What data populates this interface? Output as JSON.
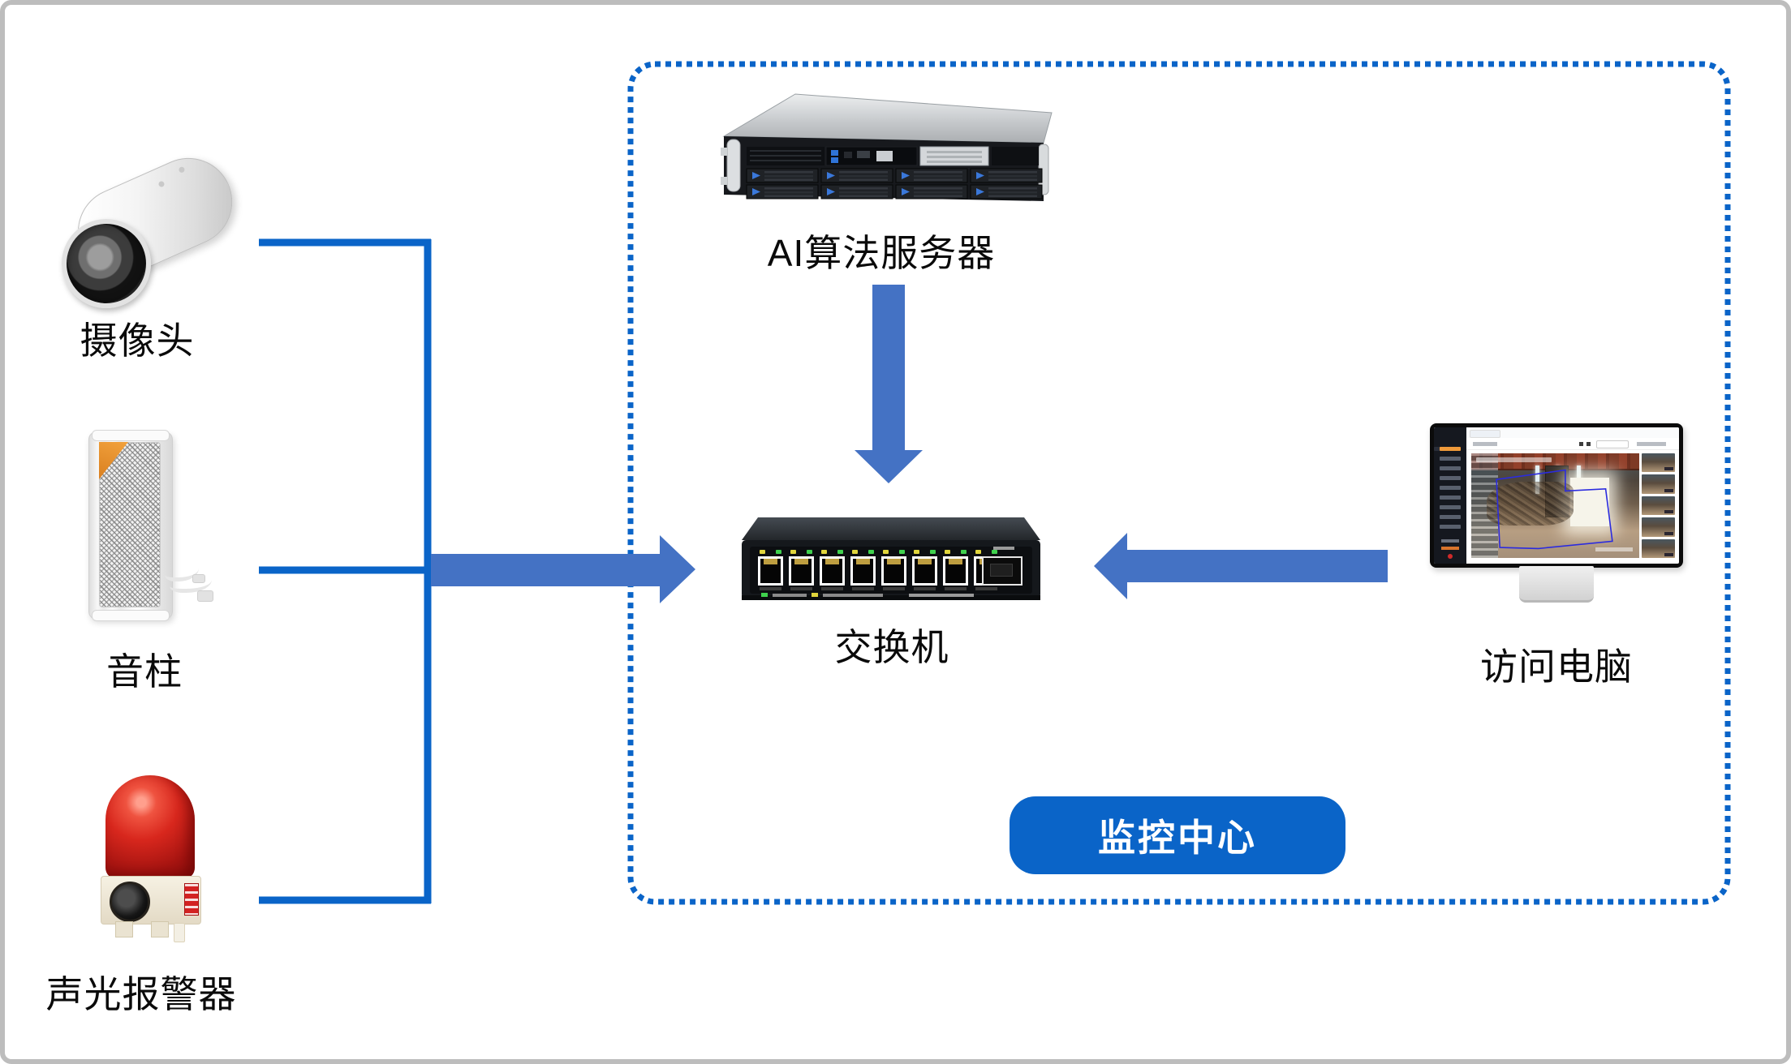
{
  "colors": {
    "primary": "#0a64c8",
    "arrow": "#4472c4",
    "label": "#0a0a0a",
    "button_text": "#ffffff"
  },
  "nodes": {
    "camera": {
      "label": "摄像头"
    },
    "speaker": {
      "label": "音柱"
    },
    "alarm": {
      "label": "声光报警器"
    },
    "server": {
      "label": "AI算法服务器"
    },
    "switch": {
      "label": "交换机",
      "port_count": 8
    },
    "pc": {
      "label": "访问电脑",
      "screen": {
        "sidebar_items": 9,
        "thumbnails": 5
      }
    }
  },
  "monitoring_center": {
    "label": "监控中心"
  },
  "edges": [
    {
      "from": "camera",
      "to": "switch",
      "type": "line"
    },
    {
      "from": "speaker",
      "to": "switch",
      "type": "line"
    },
    {
      "from": "alarm",
      "to": "switch",
      "type": "line"
    },
    {
      "from": "field-devices",
      "to": "switch",
      "type": "block-arrow-right"
    },
    {
      "from": "server",
      "to": "switch",
      "type": "block-arrow-down"
    },
    {
      "from": "pc",
      "to": "switch",
      "type": "block-arrow-left"
    }
  ]
}
